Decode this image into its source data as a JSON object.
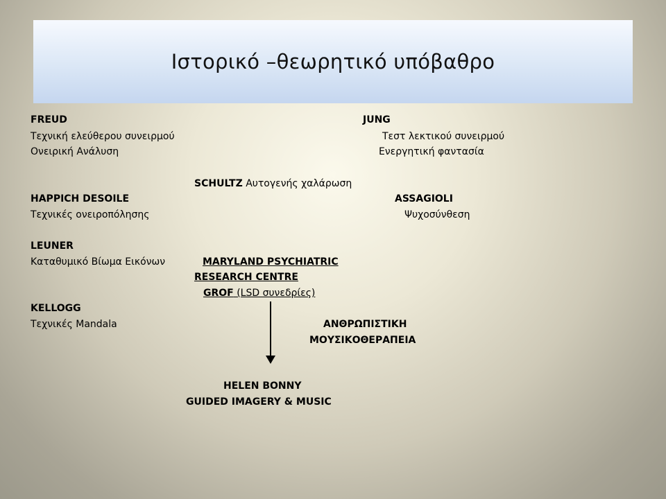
{
  "title": "Ιστορικό –θεωρητικό υπόβαθρο",
  "freud": {
    "name": "FREUD",
    "line1": "Τεχνική ελεύθερου συνειρμού",
    "line2": "Ονειρική Ανάλυση"
  },
  "jung": {
    "name": "JUNG",
    "line1": "Τεστ λεκτικού συνειρμού",
    "line2": "Ενεργητική φαντασία"
  },
  "schultz": {
    "name": "SCHULTZ",
    "desc": " Αυτογενής χαλάρωση"
  },
  "happich": {
    "name": "HAPPICH DESOILE",
    "line1": "Τεχνικές ονειροπόλησης"
  },
  "assagioli": {
    "name": "ASSAGIOLI",
    "line1": "Ψυχοσύνθεση"
  },
  "leuner": {
    "name": "LEUNER",
    "line1": "Καταθυμικό Βίωμα Εικόνων"
  },
  "maryland": {
    "line1": "MARYLAND PSYCHIATRIC",
    "line2": "RESEARCH CENTRE",
    "grof_name": "GROF",
    "grof_desc": " (LSD συνεδρίες)"
  },
  "kellogg": {
    "name": "KELLOGG",
    "line1": "Τεχνικές Mandala"
  },
  "humanistic": {
    "line1": "ΑΝΘΡΩΠΙΣΤΙΚΗ",
    "line2": "ΜΟΥΣΙΚΟΘΕΡΑΠΕΙΑ"
  },
  "bonny": {
    "line1": "HELEN BONNY",
    "line2": "GUIDED IMAGERY & MUSIC"
  }
}
